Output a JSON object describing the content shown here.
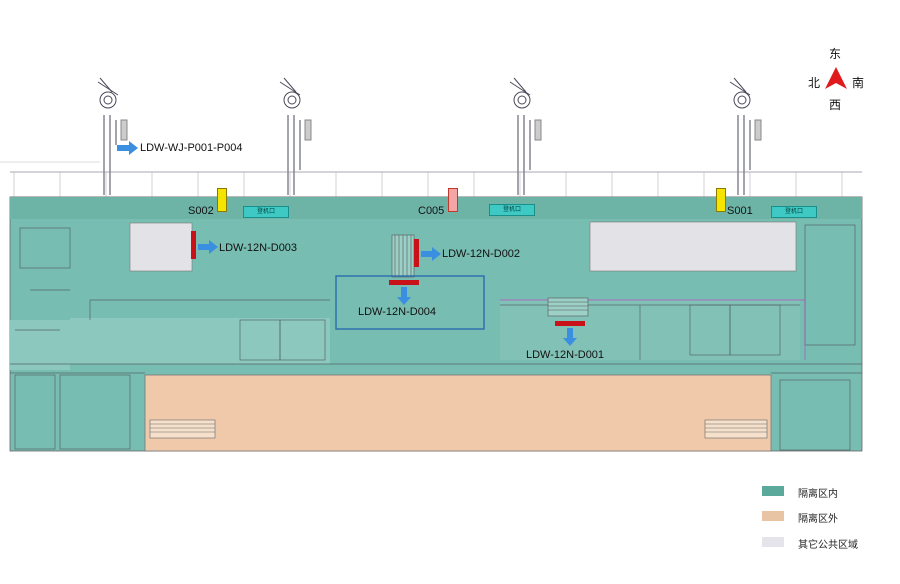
{
  "compass": {
    "north": "北",
    "east": "东",
    "south": "南",
    "west": "西"
  },
  "gates": {
    "gate1": "登机口",
    "gate2": "登机口",
    "gate3": "登机口"
  },
  "labels": {
    "p004": "LDW-WJ-P001-P004",
    "d003": "LDW-12N-D003",
    "d002": "LDW-12N-D002",
    "d004": "LDW-12N-D004",
    "d001": "LDW-12N-D001",
    "s002": "S002",
    "c005": "C005",
    "s001": "S001"
  },
  "legend": [
    {
      "label": "隔离区内",
      "color": "#5aa99b"
    },
    {
      "label": "隔离区外",
      "color": "#e9c4a4"
    },
    {
      "label": "其它公共区域",
      "color": "#e4e4ea"
    }
  ],
  "colors": {
    "inside": "#6fb7aa",
    "outside": "#efc9a9",
    "public": "#e2e2e6",
    "camera_red": "#c9111a",
    "arrow_blue": "#3a8fe0",
    "highlight_box": "#2a6db0"
  }
}
